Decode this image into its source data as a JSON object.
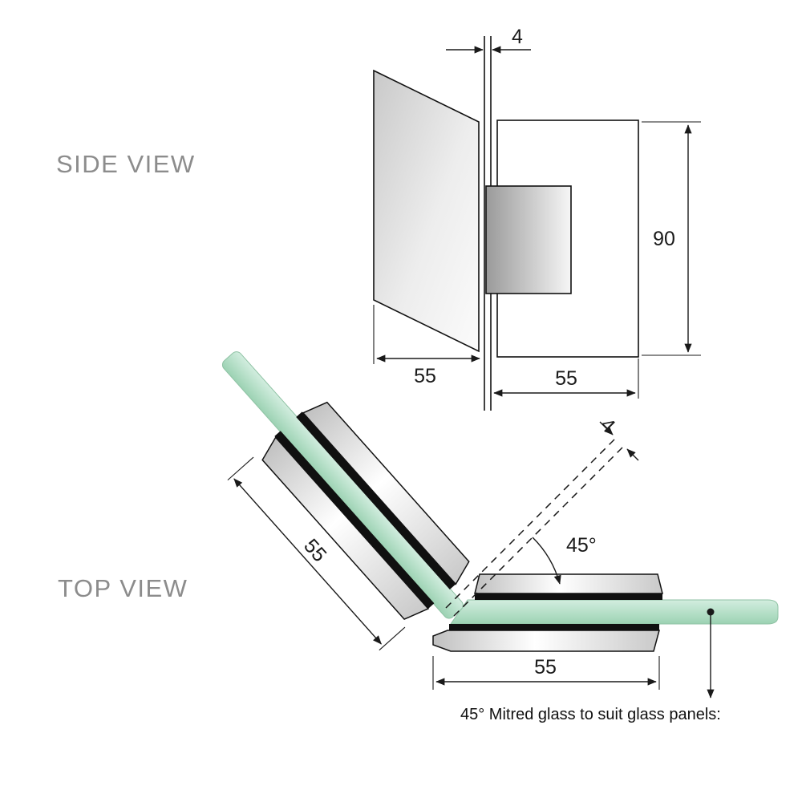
{
  "side_view": {
    "label": "SIDE VIEW",
    "dims": {
      "glass_thickness": "4",
      "bracket_height": "90",
      "panel_width": "55",
      "bracket_width": "55"
    }
  },
  "top_view": {
    "label": "TOP VIEW",
    "dims": {
      "glass_thickness": "4",
      "mitre_angle": "45°",
      "left_bracket_width": "55",
      "right_bracket_width": "55"
    },
    "note": "45° Mitred glass to suit glass panels:"
  },
  "colors": {
    "glass_green": "#b7e0c9",
    "glass_green_light": "#d2eddf",
    "metal_light": "#ffffff",
    "metal_dark": "#bdbdbd",
    "line": "#1a1a1a",
    "label_gray": "#8c8c8c"
  }
}
